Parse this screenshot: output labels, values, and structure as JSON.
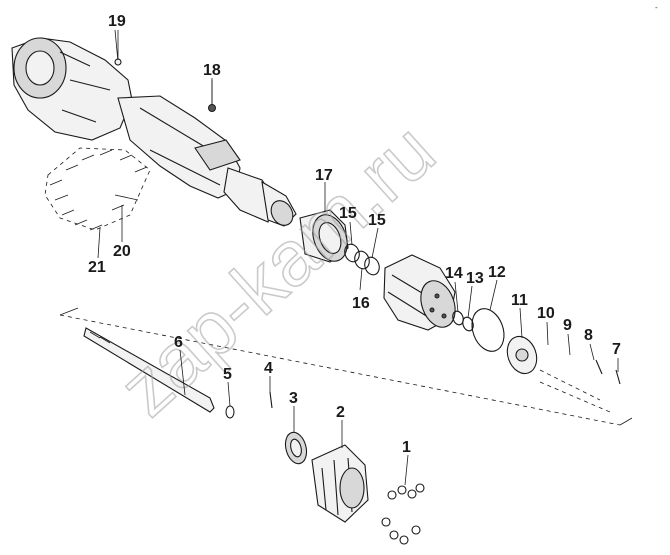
{
  "diagram": {
    "corner_mark": "-",
    "watermark": "zap-kam.ru",
    "part_numbers": {
      "p1": "1",
      "p2": "2",
      "p3": "3",
      "p4": "4",
      "p5": "5",
      "p6": "6",
      "p7": "7",
      "p8": "8",
      "p9": "9",
      "p10": "10",
      "p11": "11",
      "p12": "12",
      "p13": "13",
      "p14": "14",
      "p15a": "15",
      "p15b": "15",
      "p16": "16",
      "p17": "17",
      "p18": "18",
      "p19": "19",
      "p20": "20",
      "p21": "21"
    },
    "colors": {
      "line": "#1a1a1a",
      "watermark": "#a0a0a0",
      "background": "#ffffff"
    }
  }
}
